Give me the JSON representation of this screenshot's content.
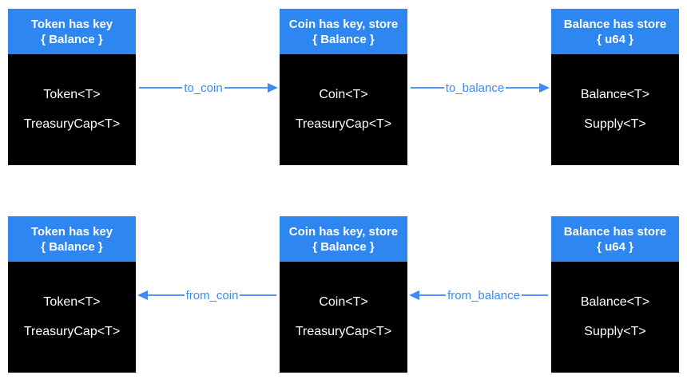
{
  "diagram": {
    "background_color": "#ffffff",
    "colors": {
      "header_bg": "#2e87f0",
      "header_text": "#ffffff",
      "body_bg": "#000000",
      "body_text": "#ffffff",
      "arrow_line": "#5096f7",
      "arrow_label": "#3e8af3"
    },
    "rows": [
      {
        "boxes": [
          {
            "header_line1": "Token has key",
            "header_line2": "{ Balance }",
            "fields": [
              "Token<T>",
              "TreasuryCap<T>"
            ]
          },
          {
            "header_line1": "Coin has key, store",
            "header_line2": "{ Balance }",
            "fields": [
              "Coin<T>",
              "TreasuryCap<T>"
            ]
          },
          {
            "header_line1": "Balance has store",
            "header_line2": "{ u64 }",
            "fields": [
              "Balance<T>",
              "Supply<T>"
            ]
          }
        ],
        "arrows": [
          {
            "label": "to_coin",
            "direction": "right"
          },
          {
            "label": "to_balance",
            "direction": "right"
          }
        ]
      },
      {
        "boxes": [
          {
            "header_line1": "Token has key",
            "header_line2": "{ Balance }",
            "fields": [
              "Token<T>",
              "TreasuryCap<T>"
            ]
          },
          {
            "header_line1": "Coin has key, store",
            "header_line2": "{ Balance }",
            "fields": [
              "Coin<T>",
              "TreasuryCap<T>"
            ]
          },
          {
            "header_line1": "Balance has store",
            "header_line2": "{ u64 }",
            "fields": [
              "Balance<T>",
              "Supply<T>"
            ]
          }
        ],
        "arrows": [
          {
            "label": "from_coin",
            "direction": "left"
          },
          {
            "label": "from_balance",
            "direction": "left"
          }
        ]
      }
    ]
  }
}
